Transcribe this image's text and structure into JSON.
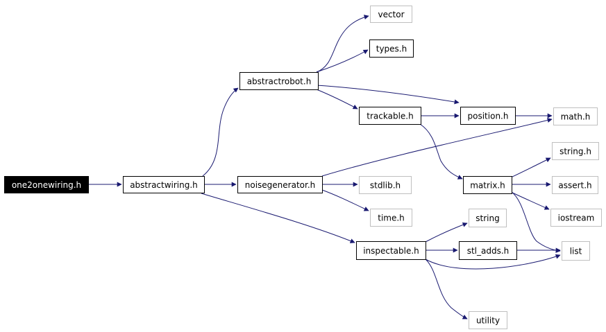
{
  "colors": {
    "edge": "#191970",
    "root_fill": "#000000",
    "root_text": "#ffffff",
    "local_border": "#000000",
    "system_border": "#bfbfbf",
    "text": "#000000",
    "background": "#ffffff"
  },
  "nodes": [
    {
      "id": "one2onewiring",
      "label": "one2onewiring.h",
      "kind": "root"
    },
    {
      "id": "abstractwiring",
      "label": "abstractwiring.h",
      "kind": "local"
    },
    {
      "id": "abstractrobot",
      "label": "abstractrobot.h",
      "kind": "local"
    },
    {
      "id": "noisegenerator",
      "label": "noisegenerator.h",
      "kind": "local"
    },
    {
      "id": "inspectable",
      "label": "inspectable.h",
      "kind": "local"
    },
    {
      "id": "vector",
      "label": "vector",
      "kind": "system"
    },
    {
      "id": "types",
      "label": "types.h",
      "kind": "local"
    },
    {
      "id": "trackable",
      "label": "trackable.h",
      "kind": "local"
    },
    {
      "id": "position",
      "label": "position.h",
      "kind": "local"
    },
    {
      "id": "math",
      "label": "math.h",
      "kind": "system"
    },
    {
      "id": "matrix",
      "label": "matrix.h",
      "kind": "local"
    },
    {
      "id": "stringh",
      "label": "string.h",
      "kind": "system"
    },
    {
      "id": "assert",
      "label": "assert.h",
      "kind": "system"
    },
    {
      "id": "iostream",
      "label": "iostream",
      "kind": "system"
    },
    {
      "id": "stdlib",
      "label": "stdlib.h",
      "kind": "system"
    },
    {
      "id": "time",
      "label": "time.h",
      "kind": "system"
    },
    {
      "id": "string",
      "label": "string",
      "kind": "system"
    },
    {
      "id": "stl_adds",
      "label": "stl_adds.h",
      "kind": "local"
    },
    {
      "id": "list",
      "label": "list",
      "kind": "system"
    },
    {
      "id": "utility",
      "label": "utility",
      "kind": "system"
    }
  ],
  "edges": [
    {
      "from": "one2onewiring",
      "to": "abstractwiring"
    },
    {
      "from": "abstractwiring",
      "to": "abstractrobot"
    },
    {
      "from": "abstractwiring",
      "to": "noisegenerator"
    },
    {
      "from": "abstractwiring",
      "to": "inspectable"
    },
    {
      "from": "abstractrobot",
      "to": "vector"
    },
    {
      "from": "abstractrobot",
      "to": "types"
    },
    {
      "from": "abstractrobot",
      "to": "position"
    },
    {
      "from": "abstractrobot",
      "to": "trackable"
    },
    {
      "from": "trackable",
      "to": "position"
    },
    {
      "from": "trackable",
      "to": "matrix"
    },
    {
      "from": "position",
      "to": "math"
    },
    {
      "from": "noisegenerator",
      "to": "math"
    },
    {
      "from": "noisegenerator",
      "to": "stdlib"
    },
    {
      "from": "noisegenerator",
      "to": "time"
    },
    {
      "from": "matrix",
      "to": "stringh"
    },
    {
      "from": "matrix",
      "to": "assert"
    },
    {
      "from": "matrix",
      "to": "iostream"
    },
    {
      "from": "matrix",
      "to": "list"
    },
    {
      "from": "inspectable",
      "to": "string"
    },
    {
      "from": "inspectable",
      "to": "stl_adds"
    },
    {
      "from": "inspectable",
      "to": "list"
    },
    {
      "from": "inspectable",
      "to": "utility"
    },
    {
      "from": "stl_adds",
      "to": "list"
    }
  ]
}
